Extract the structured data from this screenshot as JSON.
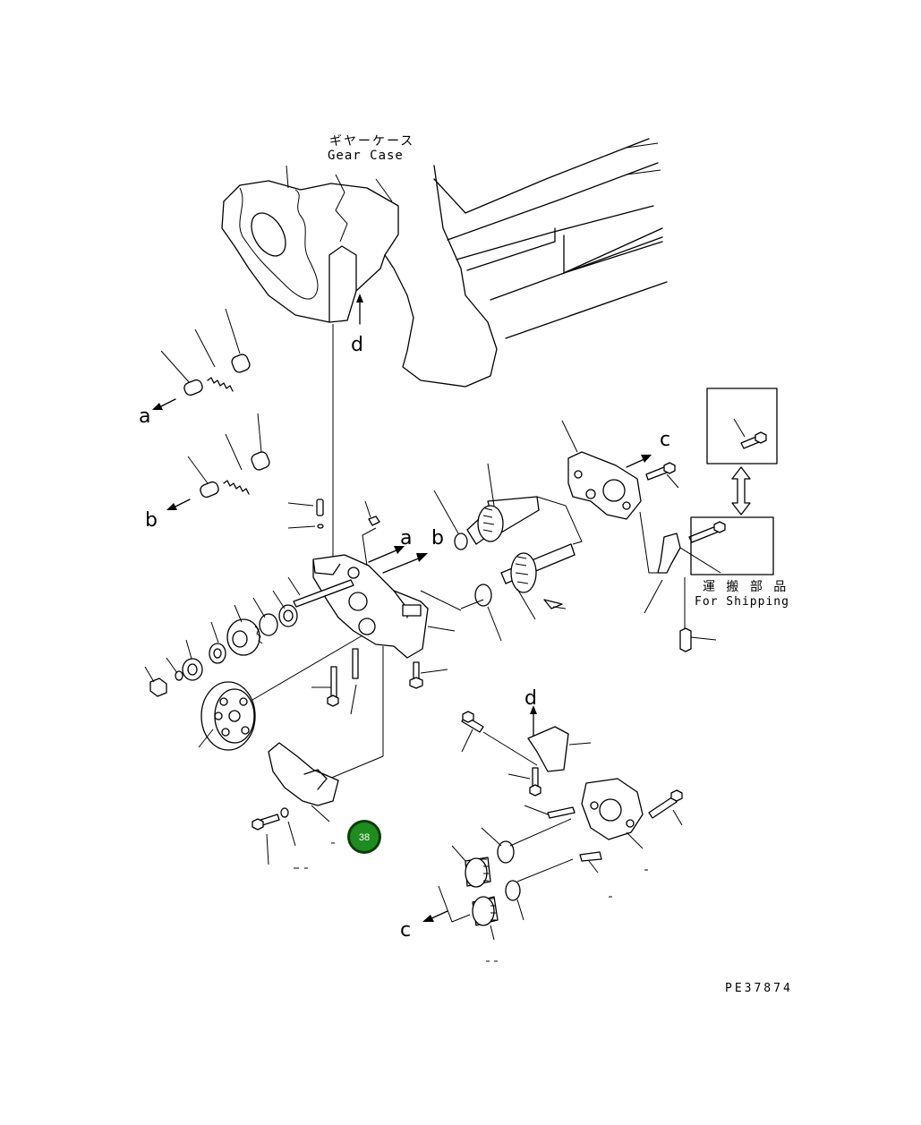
{
  "labels": {
    "gear_case_jp": "ギヤーケース",
    "gear_case_en": "Gear Case",
    "shipping_jp": "運 搬 部 品",
    "shipping_en": "For Shipping",
    "drawing_number": "PE37874"
  },
  "callouts": {
    "a_upper": "a",
    "b_upper": "b",
    "a_left": "a",
    "b_left": "b",
    "c_upper": "c",
    "c_lower": "c",
    "d_upper": "d",
    "d_lower": "d"
  },
  "badge": {
    "value": "38",
    "color": "#1e8c1e",
    "ring_color": "#0b3d0b"
  }
}
